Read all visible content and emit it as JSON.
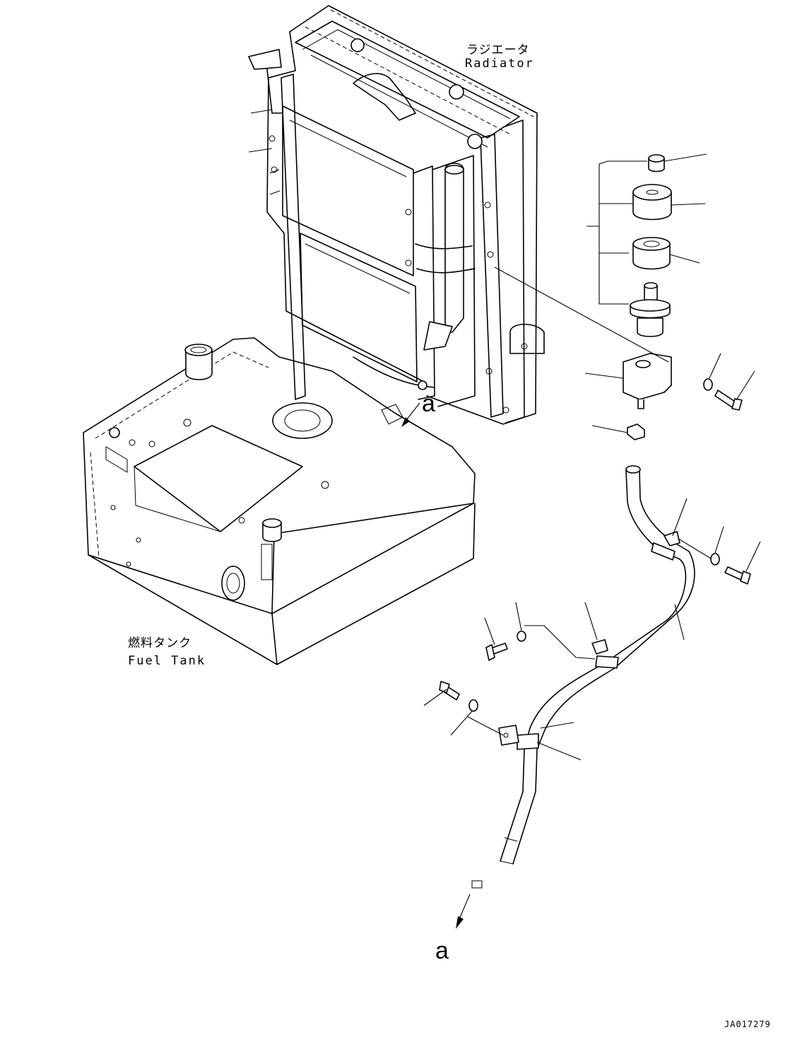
{
  "labels": {
    "radiator_jp": "ラジエータ",
    "radiator_en": "Radiator",
    "fuel_tank_jp": "燃料タンク",
    "fuel_tank_en": "Fuel Tank",
    "view_ref_top": "a",
    "view_ref_bottom": "a",
    "drawing_code": "JA017279"
  }
}
